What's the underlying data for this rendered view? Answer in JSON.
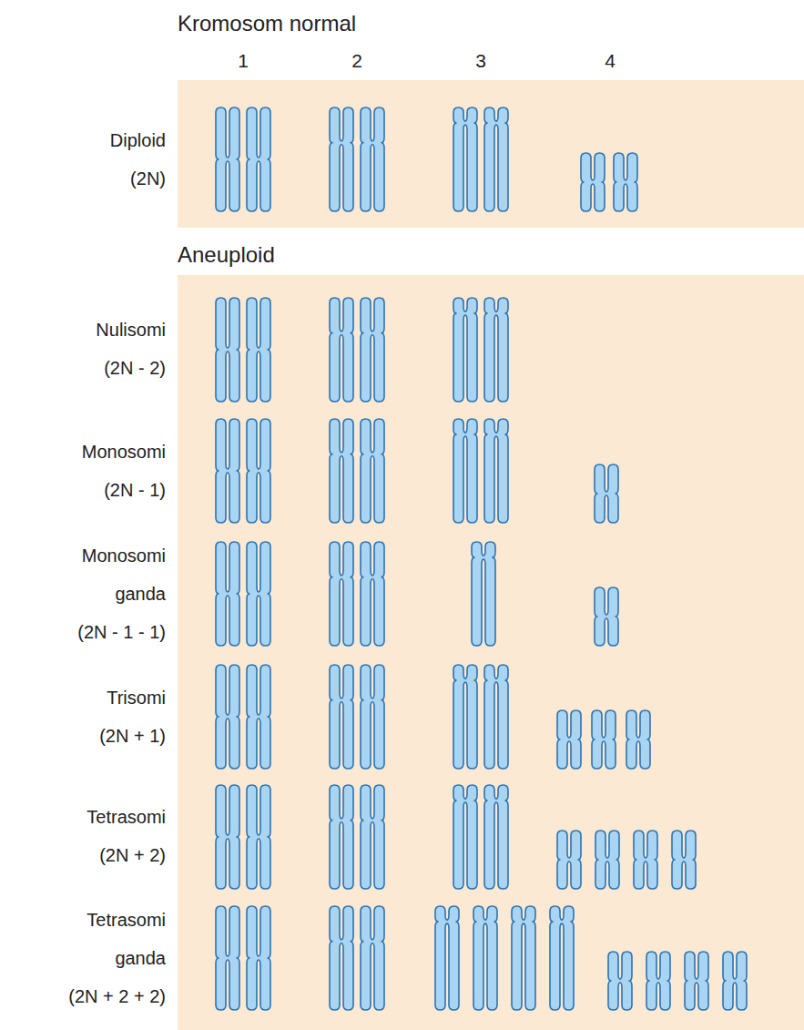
{
  "diagram": {
    "nodes": [
      {
        "text": [
          "Kromosom normal"
        ]
      },
      {
        "text": [
          "Aneuploid"
        ]
      }
    ],
    "labels": [
      "1",
      "2",
      "3",
      "4",
      "Diploid",
      "(2N)",
      "Nulisomi",
      "(2N - 2)",
      "Monosomi",
      "(2N - 1)",
      "Monosomi ganda",
      "(2N - 1 - 1)",
      "Trisomi",
      "(2N + 1)",
      "Tetrasomi",
      "(2N + 2)",
      "Tetrasomi ganda",
      "(2N + 2 + 2)"
    ]
  }
}
